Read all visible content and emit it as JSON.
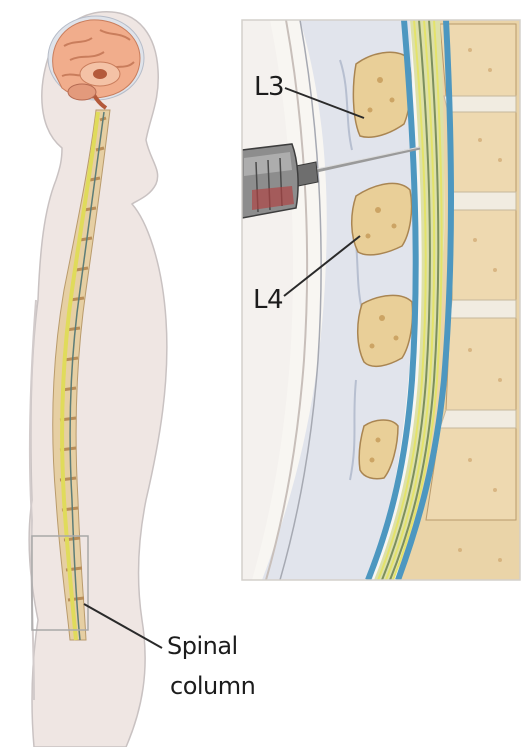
{
  "labels": {
    "vertebra_upper": "L3",
    "vertebra_lower": "L4",
    "spinal_line1": "Spinal",
    "spinal_line2": "column"
  },
  "colors": {
    "skin": "#efe5e1",
    "bone": "#e9d3a6",
    "cord_yellow": "#e4e36a",
    "dura_blue": "#4d97c0",
    "ligament": "#d9dde6",
    "brain": "#f3b391"
  }
}
